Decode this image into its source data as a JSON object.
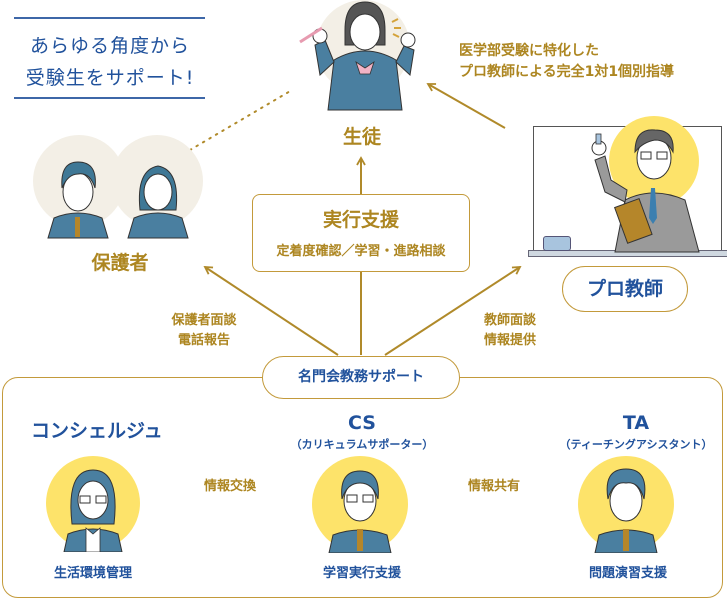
{
  "headline": {
    "line1": "あらゆる角度から",
    "line2": "受験生をサポート!"
  },
  "student": {
    "label": "生徒"
  },
  "teacher_note": {
    "line1": "医学部受験に特化した",
    "line2": "プロ教師による完全1対1個別指導"
  },
  "parents": {
    "label": "保護者"
  },
  "teacher": {
    "label": "プロ教師"
  },
  "execution_support": {
    "title": "実行支援",
    "subtitle": "定着度確認／学習・進路相談"
  },
  "parent_link": {
    "line1": "保護者面談",
    "line2": "電話報告"
  },
  "teacher_link": {
    "line1": "教師面談",
    "line2": "情報提供"
  },
  "office": {
    "label": "名門会教務サポート"
  },
  "staff": [
    {
      "title": "コンシェルジュ",
      "subtitle": "",
      "role": "生活環境管理"
    },
    {
      "title": "CS",
      "subtitle": "（カリキュラムサポーター）",
      "role": "学習実行支援"
    },
    {
      "title": "TA",
      "subtitle": "（ティーチングアシスタント）",
      "role": "問題演習支援"
    }
  ],
  "exchanges": [
    {
      "label": "情報交換"
    },
    {
      "label": "情報共有"
    }
  ],
  "colors": {
    "gold": "#ad8621",
    "blue": "#21529c",
    "yellow": "#fde36a",
    "beige": "#f3efe6",
    "suit": "#4a7fa0"
  }
}
